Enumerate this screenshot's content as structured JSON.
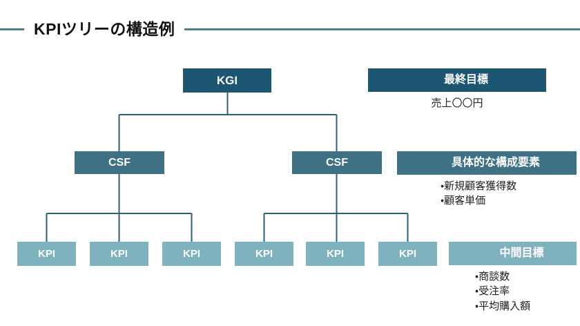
{
  "title": {
    "text": "KPIツリーの構造例",
    "rule_color": "#4a7f8c"
  },
  "colors": {
    "level1": "#1d5672",
    "level2": "#3d7183",
    "level3": "#7fb2bf",
    "connector": "#2d5f77",
    "text_dark": "#222222"
  },
  "tree": {
    "root": {
      "label": "KGI"
    },
    "csf": [
      {
        "label": "CSF"
      },
      {
        "label": "CSF"
      }
    ],
    "kpi": [
      {
        "label": "KPI"
      },
      {
        "label": "KPI"
      },
      {
        "label": "KPI"
      },
      {
        "label": "KPI"
      },
      {
        "label": "KPI"
      },
      {
        "label": "KPI"
      }
    ]
  },
  "callouts": [
    {
      "id": "final",
      "heading": "最終目標",
      "subtext": "売上〇〇円",
      "items": []
    },
    {
      "id": "elements",
      "heading": "具体的な構成要素",
      "subtext": "",
      "items": [
        "・新規顧客獲得数",
        "・顧客単価"
      ]
    },
    {
      "id": "mid",
      "heading": "中間目標",
      "subtext": "",
      "items": [
        "・商談数",
        "・受注率",
        "・平均購入額"
      ]
    }
  ]
}
